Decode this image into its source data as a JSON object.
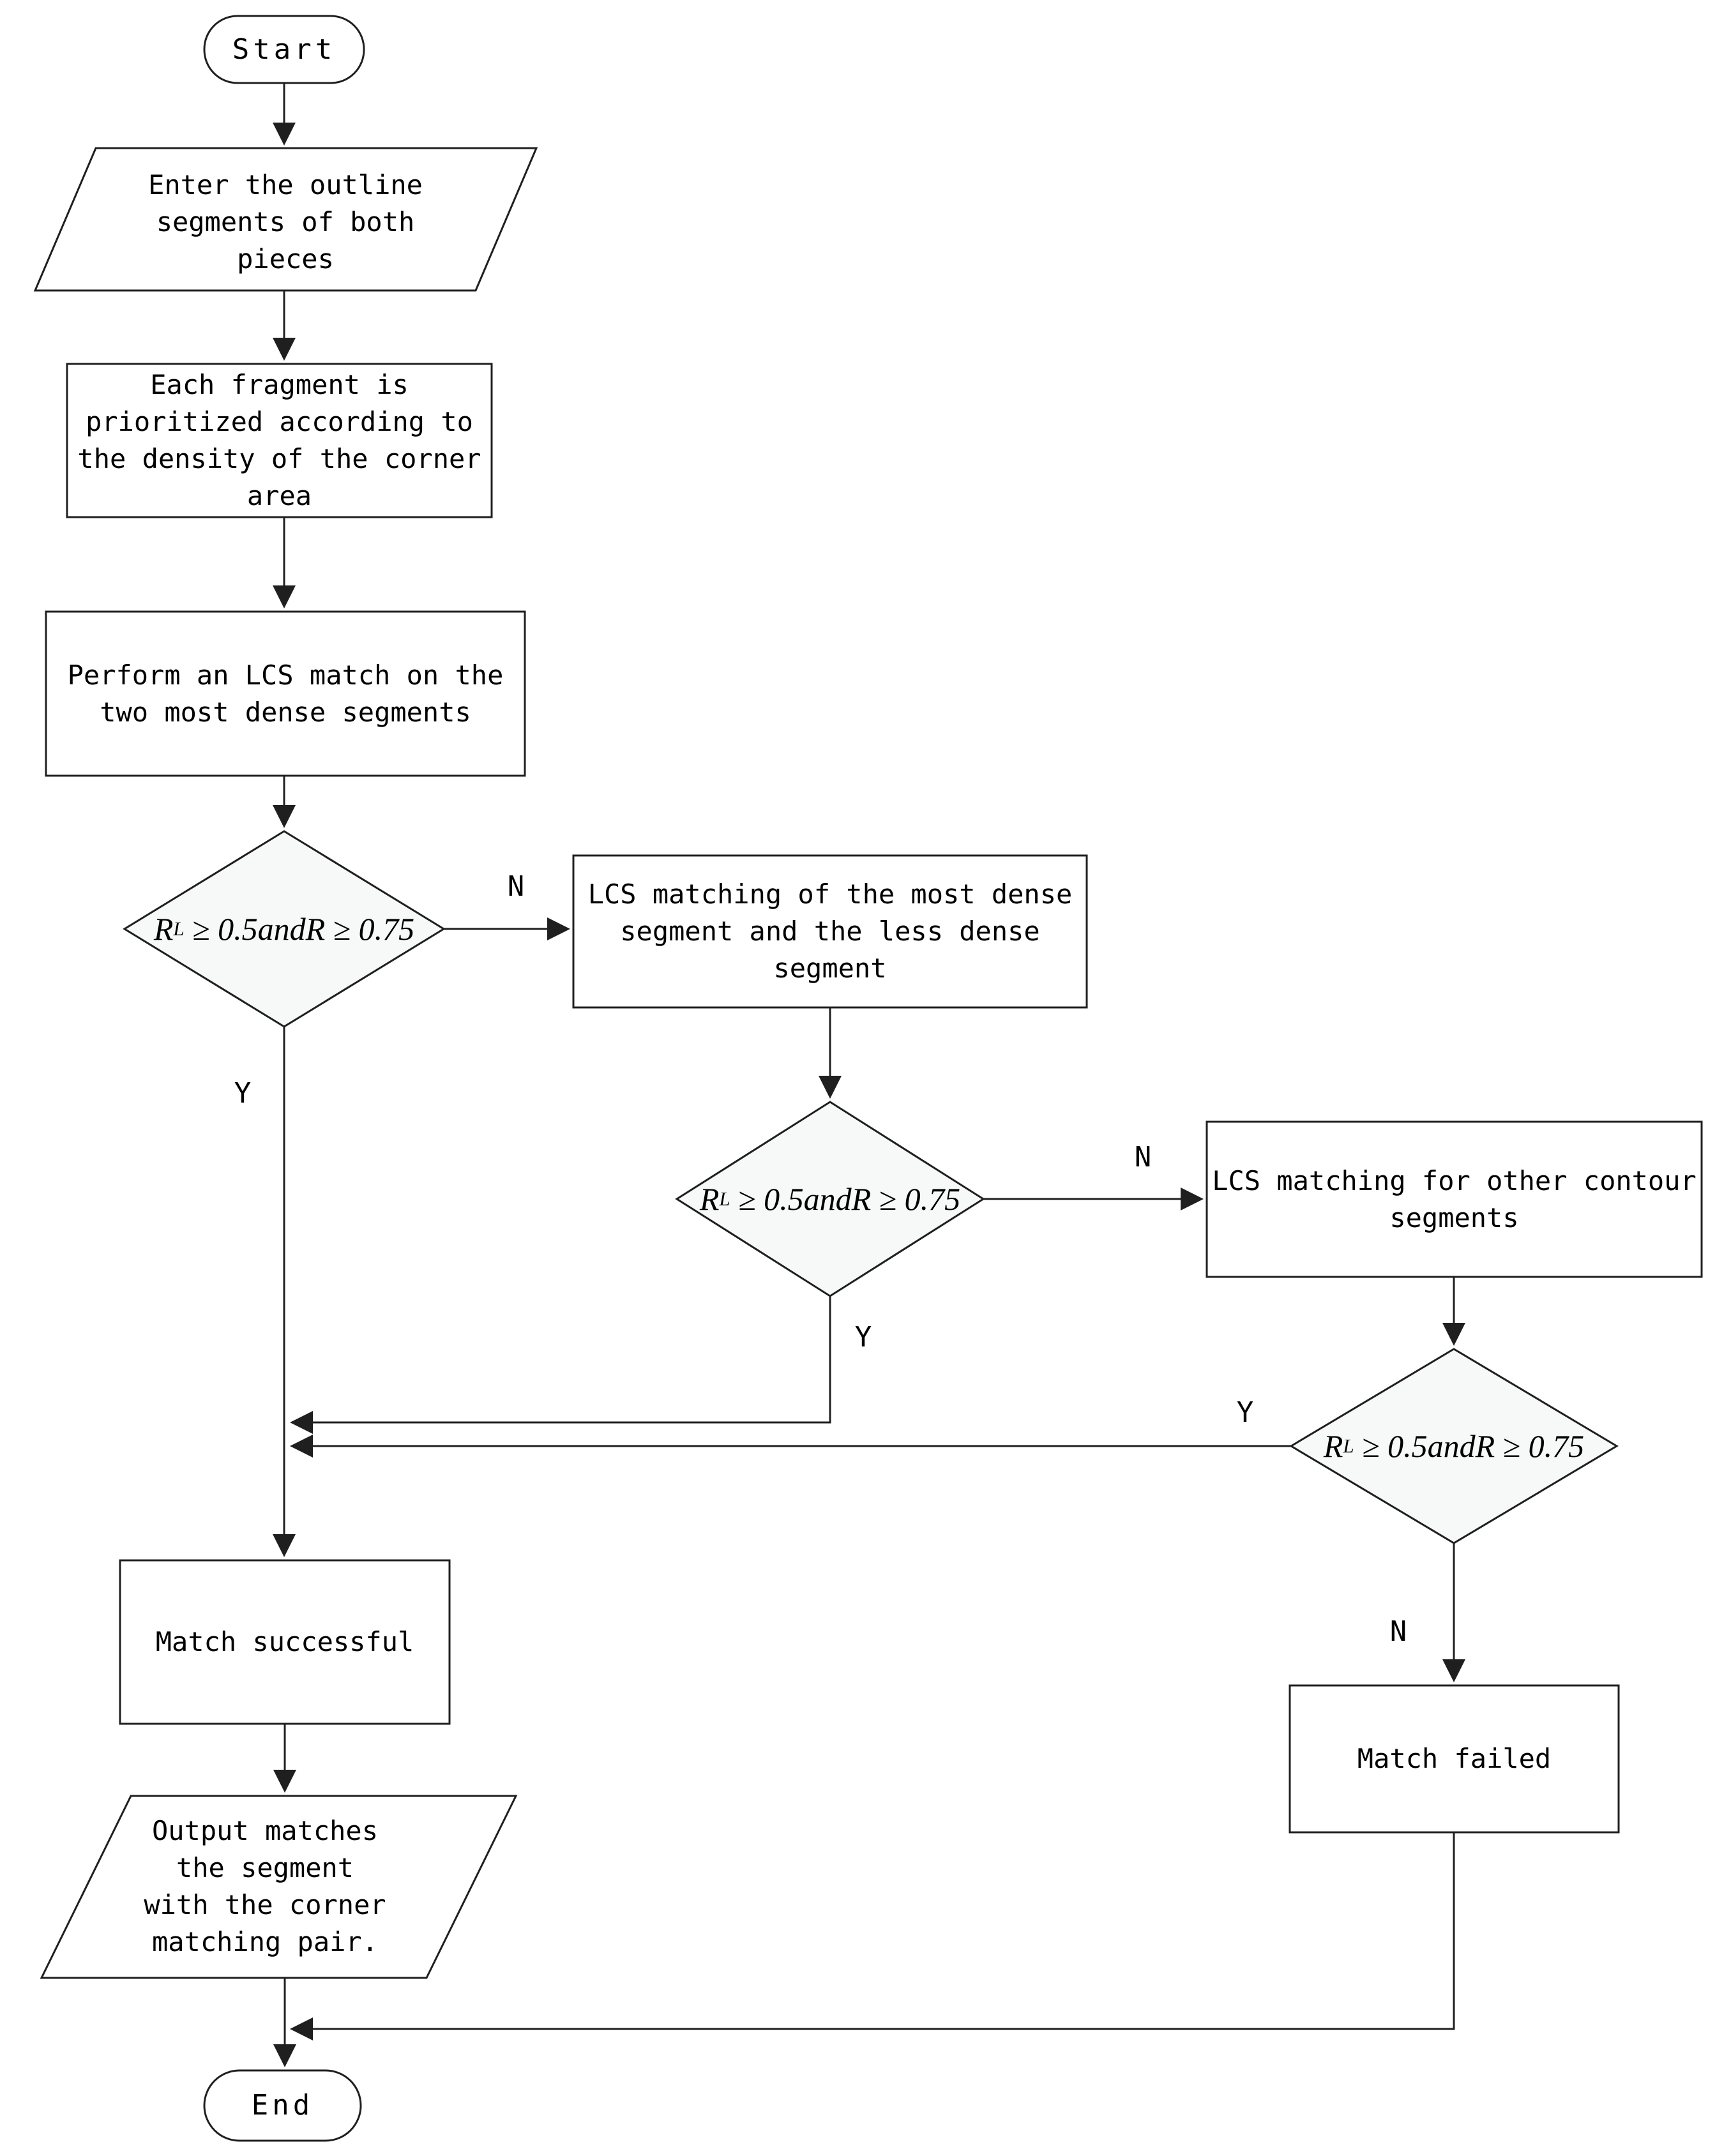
{
  "flowchart": {
    "start": {
      "label": "Start"
    },
    "enter_outline": {
      "line1": "Enter the outline",
      "line2": "segments of both",
      "line3": "pieces"
    },
    "prioritize": {
      "line1": "Each fragment is",
      "line2": "prioritized according to",
      "line3": "the density of the corner",
      "line4": "area"
    },
    "lcs_two_dense": {
      "line1": "Perform an LCS match on the",
      "line2": "two most dense segments"
    },
    "decision1": {
      "base": "R",
      "sub": "L",
      "rest": " ≥ 0.5andR ≥ 0.75",
      "no_label": "N",
      "yes_label": "Y"
    },
    "lcs_less_dense": {
      "line1": "LCS matching of the most dense",
      "line2": "segment and the less dense",
      "line3": "segment"
    },
    "decision2": {
      "base": "R",
      "sub": "L",
      "rest": " ≥ 0.5andR ≥ 0.75",
      "no_label": "N",
      "yes_label": "Y"
    },
    "lcs_other": {
      "line1": "LCS matching for other contour",
      "line2": "segments"
    },
    "decision3": {
      "base": "R",
      "sub": "L",
      "rest": " ≥ 0.5andR ≥ 0.75",
      "yes_label": "Y",
      "no_label": "N"
    },
    "match_successful": {
      "label": "Match successful"
    },
    "match_failed": {
      "label": "Match failed"
    },
    "output": {
      "line1": "Output matches",
      "line2": "the segment",
      "line3": "with the corner",
      "line4": "matching pair."
    },
    "end": {
      "label": "End"
    }
  },
  "colors": {
    "stroke": "#1f1f1f",
    "shape_fill": "#ffffff",
    "diamond_fill": "#f7f8f8",
    "text": "#000000",
    "background": "#ffffff"
  }
}
